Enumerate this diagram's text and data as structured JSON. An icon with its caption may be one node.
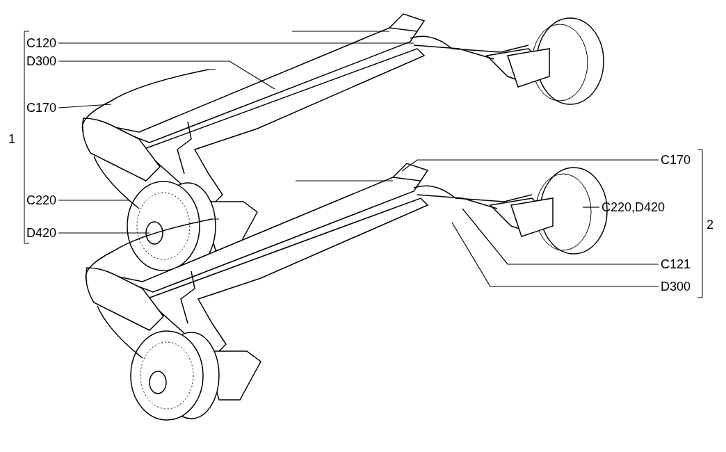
{
  "diagram": {
    "nodes": [
      {
        "text": [
          "C120"
        ]
      },
      {
        "text": [
          "D300"
        ]
      },
      {
        "text": [
          "C170"
        ]
      },
      {
        "text": [
          "C220"
        ]
      },
      {
        "text": [
          "D420"
        ]
      },
      {
        "text": [
          "C170"
        ]
      },
      {
        "text": [
          "C220,D420"
        ]
      },
      {
        "text": [
          "C121"
        ]
      },
      {
        "text": [
          "D300"
        ]
      }
    ],
    "edges": [
      {
        "from": 0,
        "to": null,
        "arrow": "none"
      },
      {
        "from": 1,
        "to": null,
        "arrow": "none"
      },
      {
        "from": 2,
        "to": null,
        "arrow": "none"
      },
      {
        "from": 3,
        "to": null,
        "arrow": "none"
      },
      {
        "from": 4,
        "to": null,
        "arrow": "none"
      },
      {
        "from": 5,
        "to": null,
        "arrow": "none"
      },
      {
        "from": 6,
        "to": null,
        "arrow": "none"
      },
      {
        "from": 7,
        "to": null,
        "arrow": "none"
      },
      {
        "from": 8,
        "to": null,
        "arrow": "none"
      }
    ],
    "labels": [
      "1",
      "2"
    ]
  }
}
